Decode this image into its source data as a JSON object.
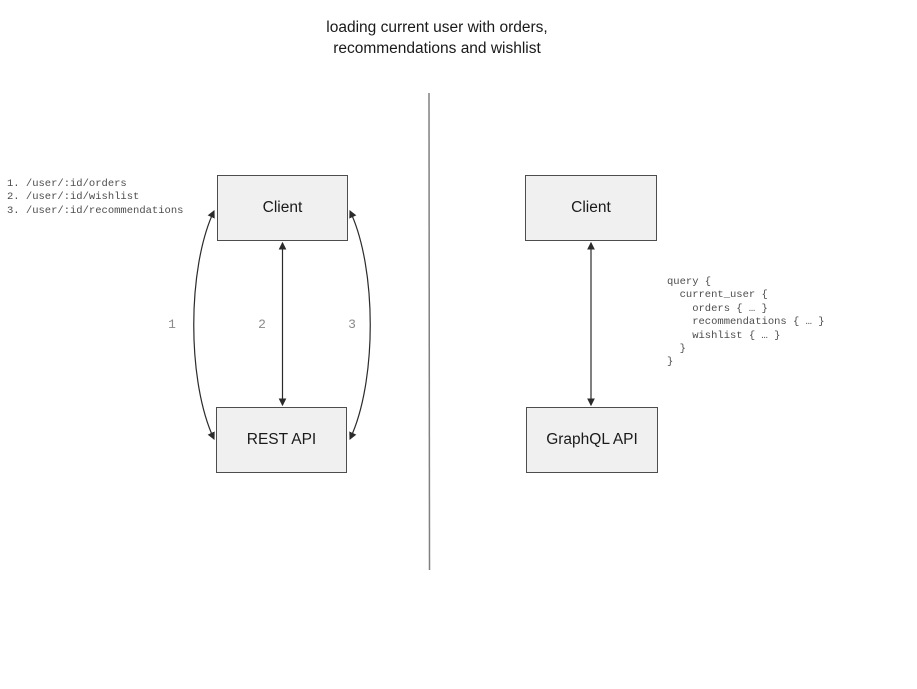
{
  "title": {
    "line1": "loading current user with orders,",
    "line2": "recommendations and wishlist"
  },
  "left_diagram": {
    "endpoint_list": "1. /user/:id/orders\n2. /user/:id/wishlist\n3. /user/:id/recommendations",
    "client_box": "Client",
    "api_box": "REST API",
    "arrow_labels": [
      "1",
      "2",
      "3"
    ]
  },
  "right_diagram": {
    "client_box": "Client",
    "api_box": "GraphQL API",
    "query_code": "query {\n  current_user {\n    orders { … }\n    recommendations { … }\n    wishlist { … }\n  }\n}"
  },
  "colors": {
    "box_fill": "#f0f0f0",
    "box_border": "#4d4d4d",
    "arrow": "#2b2b2b",
    "divider": "#808080",
    "muted_text": "#8a8a8a",
    "code_text": "#4d4d4d"
  }
}
